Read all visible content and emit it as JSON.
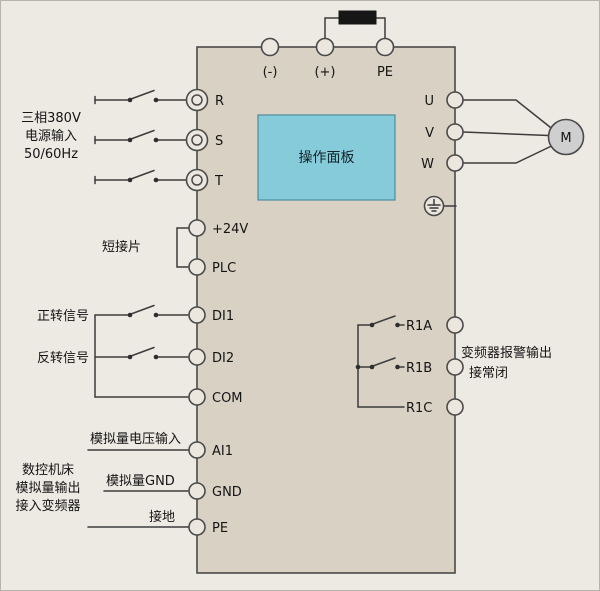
{
  "diagram": {
    "panel_label": "操作面板",
    "motor_label": "M",
    "top_terminals": [
      {
        "label": "(-)"
      },
      {
        "label": "(+)"
      },
      {
        "label": "PE"
      }
    ],
    "left_terminals": [
      {
        "label": "R"
      },
      {
        "label": "S"
      },
      {
        "label": "T"
      },
      {
        "label": "+24V"
      },
      {
        "label": "PLC"
      },
      {
        "label": "DI1"
      },
      {
        "label": "DI2"
      },
      {
        "label": "COM"
      },
      {
        "label": "AI1"
      },
      {
        "label": "GND"
      },
      {
        "label": "PE"
      }
    ],
    "right_terminals": [
      {
        "label": "U"
      },
      {
        "label": "V"
      },
      {
        "label": "W"
      },
      {
        "label": "R1A"
      },
      {
        "label": "R1B"
      },
      {
        "label": "R1C"
      }
    ],
    "annotations": {
      "power_input": [
        "三相380V",
        "电源输入",
        "50/60Hz"
      ],
      "jumper": "短接片",
      "forward_signal": "正转信号",
      "reverse_signal": "反转信号",
      "analog_voltage_input": "模拟量电压输入",
      "cnc_source": [
        "数控机床",
        "模拟量输出",
        "接入变频器"
      ],
      "analog_gnd": "模拟量GND",
      "earth": "接地",
      "alarm_output": [
        "变频器报警输出",
        "接常闭"
      ]
    },
    "icons": {
      "earth_ground": "⏚"
    },
    "colors": {
      "background": "#edeae3",
      "inverter_fill": "#d8d1c4",
      "panel_fill": "#86cbd9",
      "wire": "#3c3c3c",
      "resistor_fill": "#161616",
      "motor_fill": "#cfcfcf"
    }
  }
}
